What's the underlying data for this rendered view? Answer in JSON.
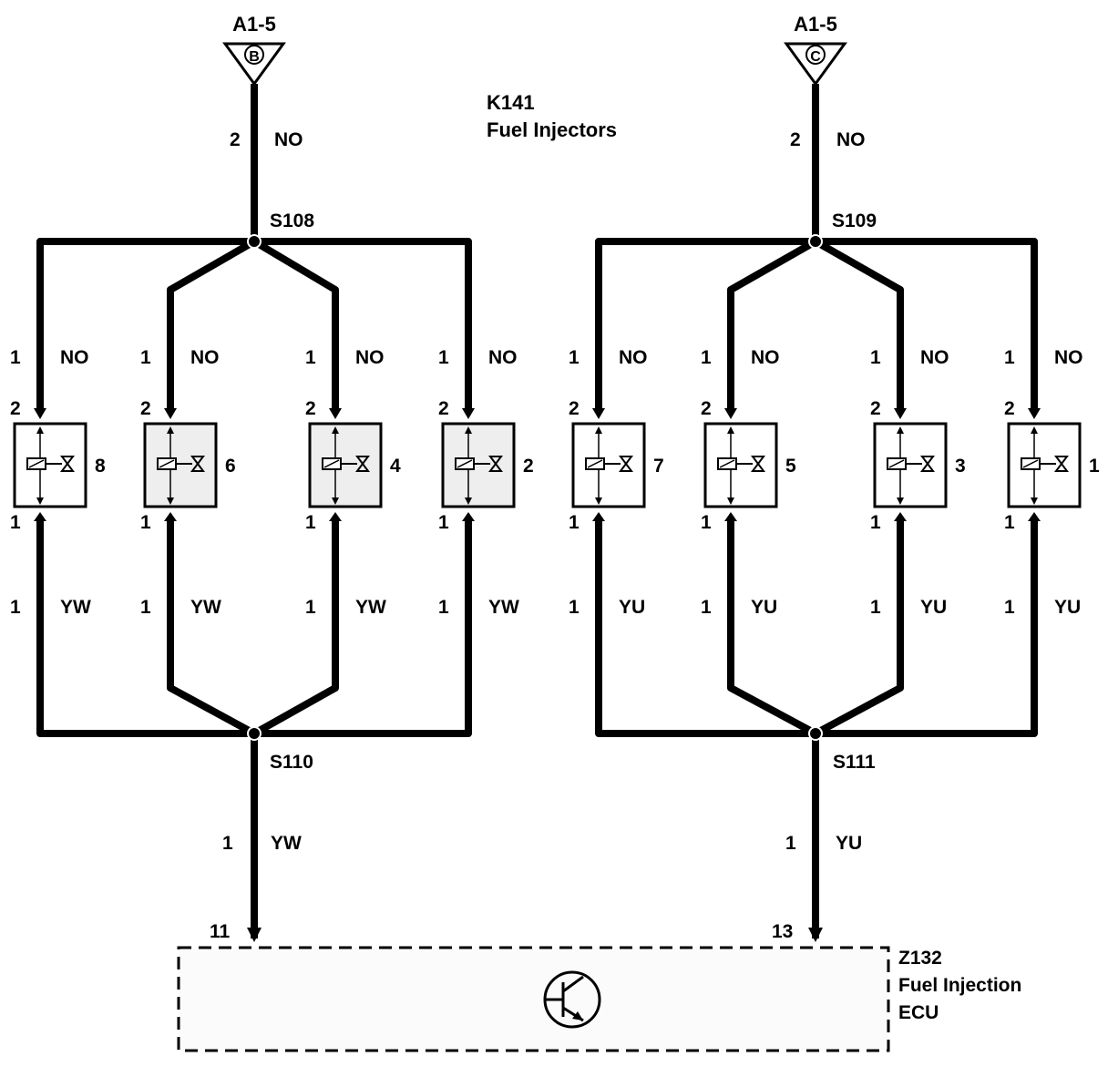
{
  "connectors": [
    {
      "ref": "A1-5",
      "pin": "B"
    },
    {
      "ref": "A1-5",
      "pin": "C"
    }
  ],
  "component": {
    "id": "K141",
    "name": "Fuel Injectors"
  },
  "feed_wires": [
    {
      "pin": "2",
      "color": "NO"
    },
    {
      "pin": "2",
      "color": "NO"
    }
  ],
  "splices": {
    "top_left": "S108",
    "top_right": "S109",
    "bottom_left": "S110",
    "bottom_right": "S111"
  },
  "injectors": [
    {
      "number": "8",
      "top_wire_pin": "1",
      "top_wire_color": "NO",
      "top_pin": "2",
      "bottom_pin": "1",
      "bottom_wire_pin": "1",
      "bottom_wire_color": "YW"
    },
    {
      "number": "6",
      "top_wire_pin": "1",
      "top_wire_color": "NO",
      "top_pin": "2",
      "bottom_pin": "1",
      "bottom_wire_pin": "1",
      "bottom_wire_color": "YW"
    },
    {
      "number": "4",
      "top_wire_pin": "1",
      "top_wire_color": "NO",
      "top_pin": "2",
      "bottom_pin": "1",
      "bottom_wire_pin": "1",
      "bottom_wire_color": "YW"
    },
    {
      "number": "2",
      "top_wire_pin": "1",
      "top_wire_color": "NO",
      "top_pin": "2",
      "bottom_pin": "1",
      "bottom_wire_pin": "1",
      "bottom_wire_color": "YW"
    },
    {
      "number": "7",
      "top_wire_pin": "1",
      "top_wire_color": "NO",
      "top_pin": "2",
      "bottom_pin": "1",
      "bottom_wire_pin": "1",
      "bottom_wire_color": "YU"
    },
    {
      "number": "5",
      "top_wire_pin": "1",
      "top_wire_color": "NO",
      "top_pin": "2",
      "bottom_pin": "1",
      "bottom_wire_pin": "1",
      "bottom_wire_color": "YU"
    },
    {
      "number": "3",
      "top_wire_pin": "1",
      "top_wire_color": "NO",
      "top_pin": "2",
      "bottom_pin": "1",
      "bottom_wire_pin": "1",
      "bottom_wire_color": "YU"
    },
    {
      "number": "1",
      "top_wire_pin": "1",
      "top_wire_color": "NO",
      "top_pin": "2",
      "bottom_pin": "1",
      "bottom_wire_pin": "1",
      "bottom_wire_color": "YU"
    }
  ],
  "return_wires": [
    {
      "pin": "1",
      "color": "YW"
    },
    {
      "pin": "1",
      "color": "YU"
    }
  ],
  "ecu_pins": [
    "11",
    "13"
  ],
  "ecu": {
    "id": "Z132",
    "line1": "Fuel Injection",
    "line2": "ECU"
  }
}
